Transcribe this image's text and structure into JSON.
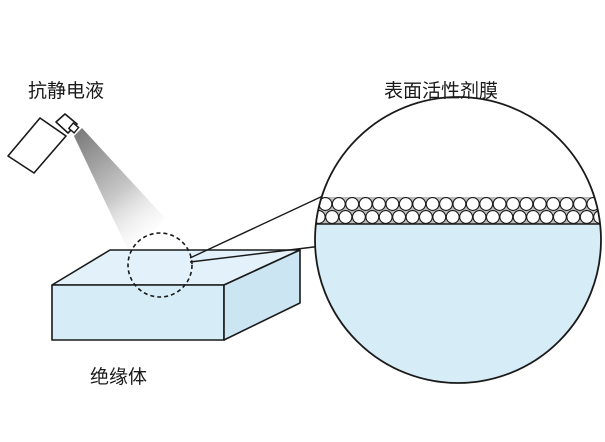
{
  "labels": {
    "antistatic_liquid": "抗静电液",
    "surfactant_film": "表面活性剂膜",
    "insulator": "绝缘体"
  },
  "colors": {
    "block_fill": "#d6ecf7",
    "block_top": "#e3f2fa",
    "outline": "#1a1a1a",
    "spray_dark": "#8a8a8a",
    "spray_light": "#ffffff",
    "film_band": "#bdbdbd",
    "particle_fill": "#ffffff"
  }
}
